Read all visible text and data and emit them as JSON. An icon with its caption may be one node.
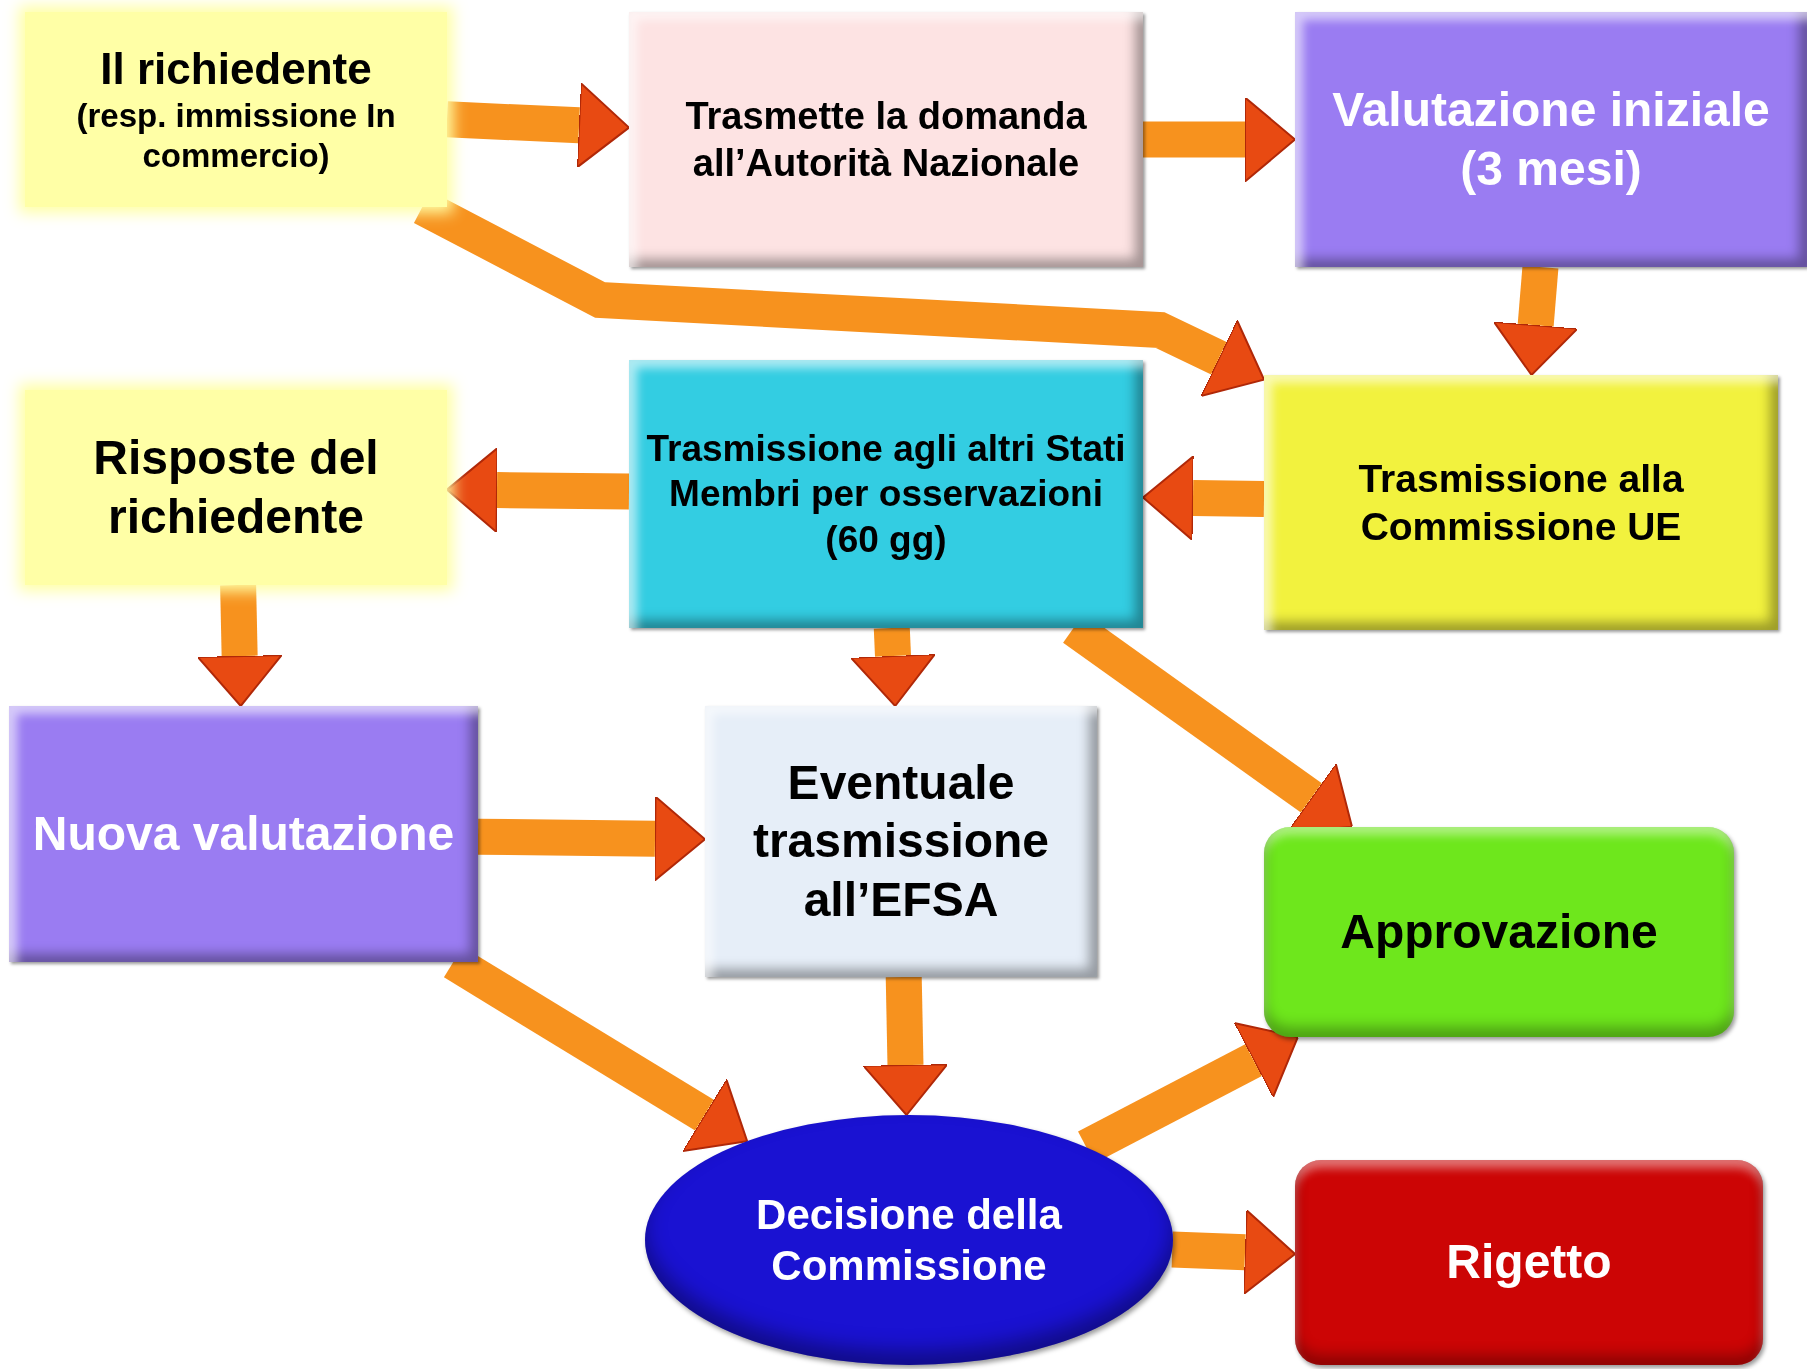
{
  "diagram": {
    "nodes": [
      {
        "text": [
          "Il richiedente",
          "(resp. immissione In commercio)"
        ]
      },
      {
        "text": [
          "Trasmette la domanda all’Autorità Nazionale"
        ]
      },
      {
        "text": [
          "Valutazione iniziale (3 mesi)"
        ]
      },
      {
        "text": [
          "Risposte del richiedente"
        ]
      },
      {
        "text": [
          "Trasmissione agli altri Stati Membri per osservazioni (60 gg)"
        ]
      },
      {
        "text": [
          "Trasmissione alla Commissione UE"
        ]
      },
      {
        "text": [
          "Nuova valutazione"
        ]
      },
      {
        "text": [
          "Eventuale trasmissione all’EFSA"
        ]
      },
      {
        "text": [
          "Approvazione"
        ]
      },
      {
        "text": [
          "Decisione della Commissione"
        ]
      },
      {
        "text": [
          "Rigetto"
        ]
      }
    ],
    "edges": [
      {
        "from": 0,
        "to": 1,
        "arrow": "to"
      },
      {
        "from": 1,
        "to": 2,
        "arrow": "to"
      },
      {
        "from": 0,
        "to": 5,
        "arrow": "to"
      },
      {
        "from": 2,
        "to": 5,
        "arrow": "to"
      },
      {
        "from": 5,
        "to": 4,
        "arrow": "to"
      },
      {
        "from": 4,
        "to": 3,
        "arrow": "to"
      },
      {
        "from": 3,
        "to": 6,
        "arrow": "to"
      },
      {
        "from": 4,
        "to": 7,
        "arrow": "to"
      },
      {
        "from": 4,
        "to": 8,
        "arrow": "to"
      },
      {
        "from": 6,
        "to": 7,
        "arrow": "to"
      },
      {
        "from": 6,
        "to": 9,
        "arrow": "to"
      },
      {
        "from": 7,
        "to": 9,
        "arrow": "to"
      },
      {
        "from": 9,
        "to": 8,
        "arrow": "to"
      },
      {
        "from": 9,
        "to": 10,
        "arrow": "to"
      }
    ]
  }
}
